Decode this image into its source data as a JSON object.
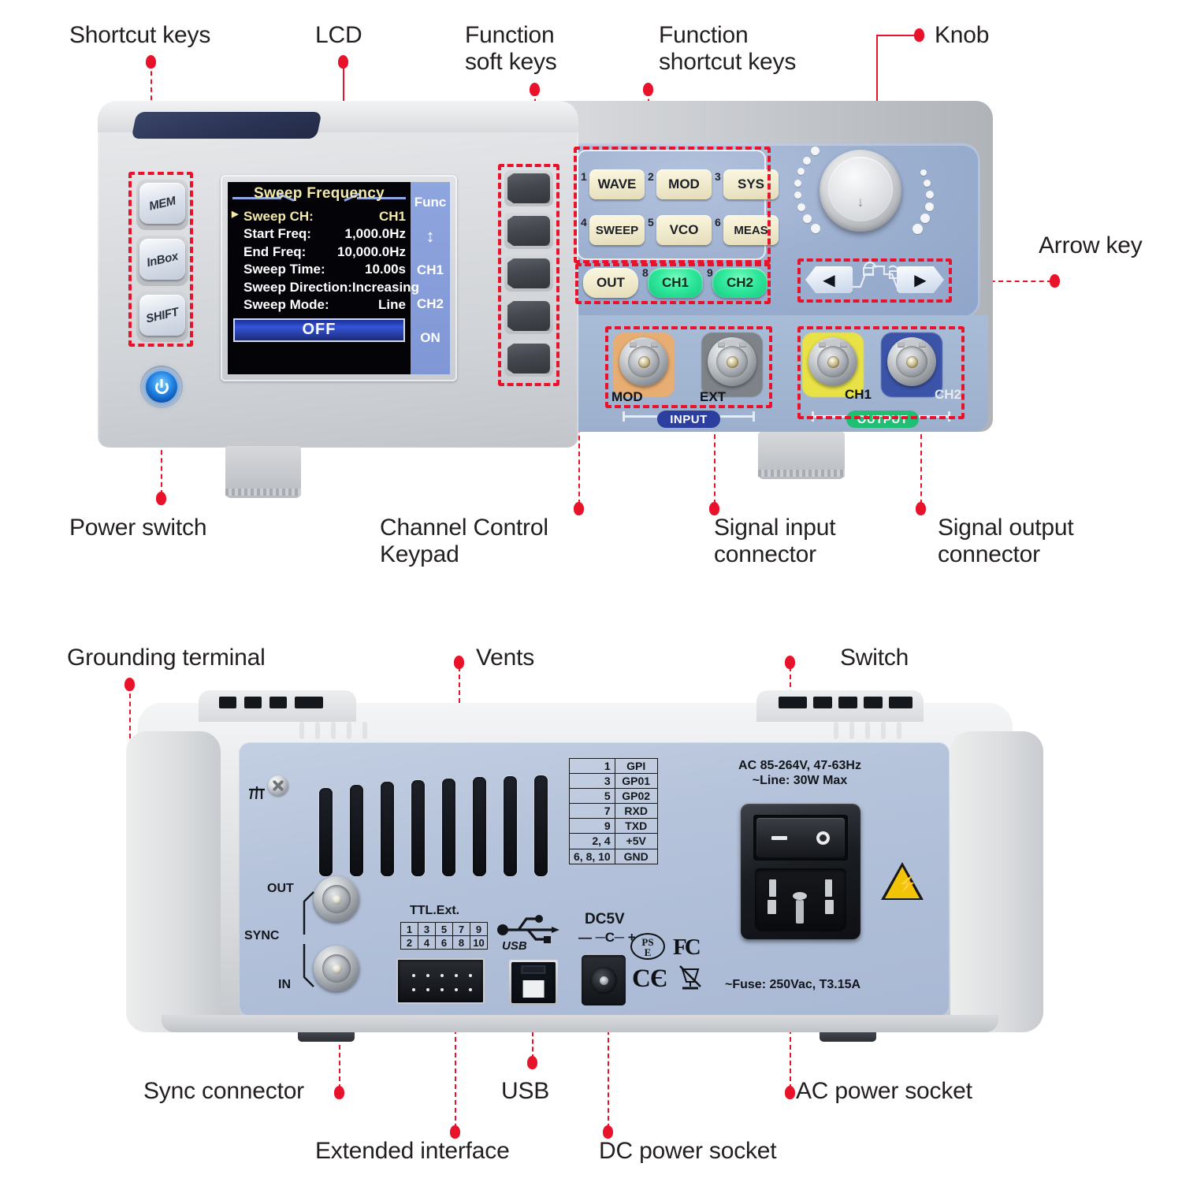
{
  "front": {
    "annotations": [
      {
        "id": "shortcut-keys",
        "text": "Shortcut keys"
      },
      {
        "id": "lcd",
        "text": "LCD"
      },
      {
        "id": "function-soft-keys",
        "text": "Function\nsoft keys"
      },
      {
        "id": "function-shortcut-keys",
        "text": "Function\nshortcut keys"
      },
      {
        "id": "knob",
        "text": "Knob"
      },
      {
        "id": "arrow-key",
        "text": "Arrow key"
      },
      {
        "id": "power-switch",
        "text": "Power switch"
      },
      {
        "id": "channel-control-keypad",
        "text": "Channel Control\nKeypad"
      },
      {
        "id": "signal-input-connector",
        "text": "Signal input\nconnector"
      },
      {
        "id": "signal-output-connector",
        "text": "Signal output\nconnector"
      }
    ],
    "shortcut_keys": [
      "MEM",
      "InBox",
      "SHIFT"
    ],
    "lcd": {
      "title": "Sweep Frequency",
      "rows": [
        {
          "key": "Sweep CH:",
          "value": "CH1",
          "selected": true
        },
        {
          "key": "Start Freq:",
          "value": "1,000.0Hz",
          "selected": false
        },
        {
          "key": "End Freq:",
          "value": "10,000.0Hz",
          "selected": false
        },
        {
          "key": "Sweep Time:",
          "value": "10.00s",
          "selected": false
        },
        {
          "key": "Sweep Direction:",
          "value": "Increasing",
          "selected": false
        },
        {
          "key": "Sweep Mode:",
          "value": "Line",
          "selected": false
        }
      ],
      "status_bar": "OFF",
      "side_menu": [
        "Func",
        "↕",
        "CH1",
        "CH2",
        "ON"
      ]
    },
    "function_keys": [
      {
        "num": "1",
        "label": "WAVE"
      },
      {
        "num": "2",
        "label": "MOD"
      },
      {
        "num": "3",
        "label": "SYS"
      },
      {
        "num": "4",
        "label": "SWEEP"
      },
      {
        "num": "5",
        "label": "VCO"
      },
      {
        "num": "6",
        "label": "MEAS"
      }
    ],
    "channel_keys": [
      {
        "num": "7",
        "label": "OUT"
      },
      {
        "num": "8",
        "label": "CH1"
      },
      {
        "num": "9",
        "label": "CH2"
      }
    ],
    "connectors": [
      {
        "label": "MOD",
        "color": "#e8ad72"
      },
      {
        "label": "EXT",
        "color": "#7e838a"
      },
      {
        "label": "CH1",
        "color": "#e8e247"
      },
      {
        "label": "CH2",
        "color": "#3b54a8"
      }
    ],
    "io_groups": [
      {
        "label": "INPUT",
        "color": "#2c3f9e"
      },
      {
        "label": "OUTPUT",
        "color": "#1fbf74"
      }
    ],
    "arrow_keys": [
      "◀",
      "▶"
    ]
  },
  "rear": {
    "annotations": [
      {
        "id": "grounding-terminal",
        "text": "Grounding terminal"
      },
      {
        "id": "vents",
        "text": "Vents"
      },
      {
        "id": "switch",
        "text": "Switch"
      },
      {
        "id": "sync-connector",
        "text": "Sync connector"
      },
      {
        "id": "usb",
        "text": "USB"
      },
      {
        "id": "ac-power-socket",
        "text": "AC power socket"
      },
      {
        "id": "extended-interface",
        "text": "Extended interface"
      },
      {
        "id": "dc-power-socket",
        "text": "DC power socket"
      }
    ],
    "sync": {
      "group": "SYNC",
      "out": "OUT",
      "in": "IN"
    },
    "ttl": {
      "title": "TTL.Ext.",
      "row_top": [
        "1",
        "3",
        "5",
        "7",
        "9"
      ],
      "row_bottom": [
        "2",
        "4",
        "6",
        "8",
        "10"
      ]
    },
    "usb_label": "USB",
    "dc_label": "DC5V",
    "dc_polarity": "— ─C─ +",
    "pin_table": [
      {
        "pin": "1",
        "signal": "GPI"
      },
      {
        "pin": "3",
        "signal": "GP01"
      },
      {
        "pin": "5",
        "signal": "GP02"
      },
      {
        "pin": "7",
        "signal": "RXD"
      },
      {
        "pin": "9",
        "signal": "TXD"
      },
      {
        "pin": "2, 4",
        "signal": "+5V"
      },
      {
        "pin": "6, 8, 10",
        "signal": "GND"
      }
    ],
    "ac_rating": "AC  85-264V, 47-63Hz\n~Line: 30W Max",
    "fuse_rating": "~Fuse: 250Vac, T3.15A",
    "certs": [
      "PSE",
      "FC",
      "CE",
      "WEEE"
    ],
    "switch_marks": [
      "—",
      "○"
    ]
  },
  "colors": {
    "accent_red": "#e8122a",
    "panel_blue": "#9db0d0",
    "rear_plate": "#b4c2da",
    "lcd_bg": "#030308",
    "lcd_highlight": "#f3e9a8",
    "green_key": "#2fe89b",
    "warn_yellow": "#f2c407"
  }
}
